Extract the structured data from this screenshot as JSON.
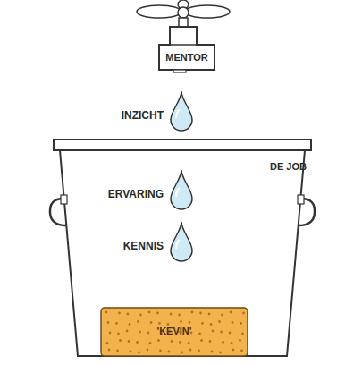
{
  "diagram": {
    "nodes": [
      {
        "text": [
          "MENTOR"
        ]
      },
      {
        "text": [
          "INZICHT"
        ]
      },
      {
        "text": [
          "DE JOB"
        ]
      },
      {
        "text": [
          "ERVARING"
        ],
        "in": 2
      },
      {
        "text": [
          "KENNIS"
        ],
        "in": 2
      },
      {
        "text": [
          "'KEVIN'"
        ],
        "in": 2
      }
    ]
  }
}
